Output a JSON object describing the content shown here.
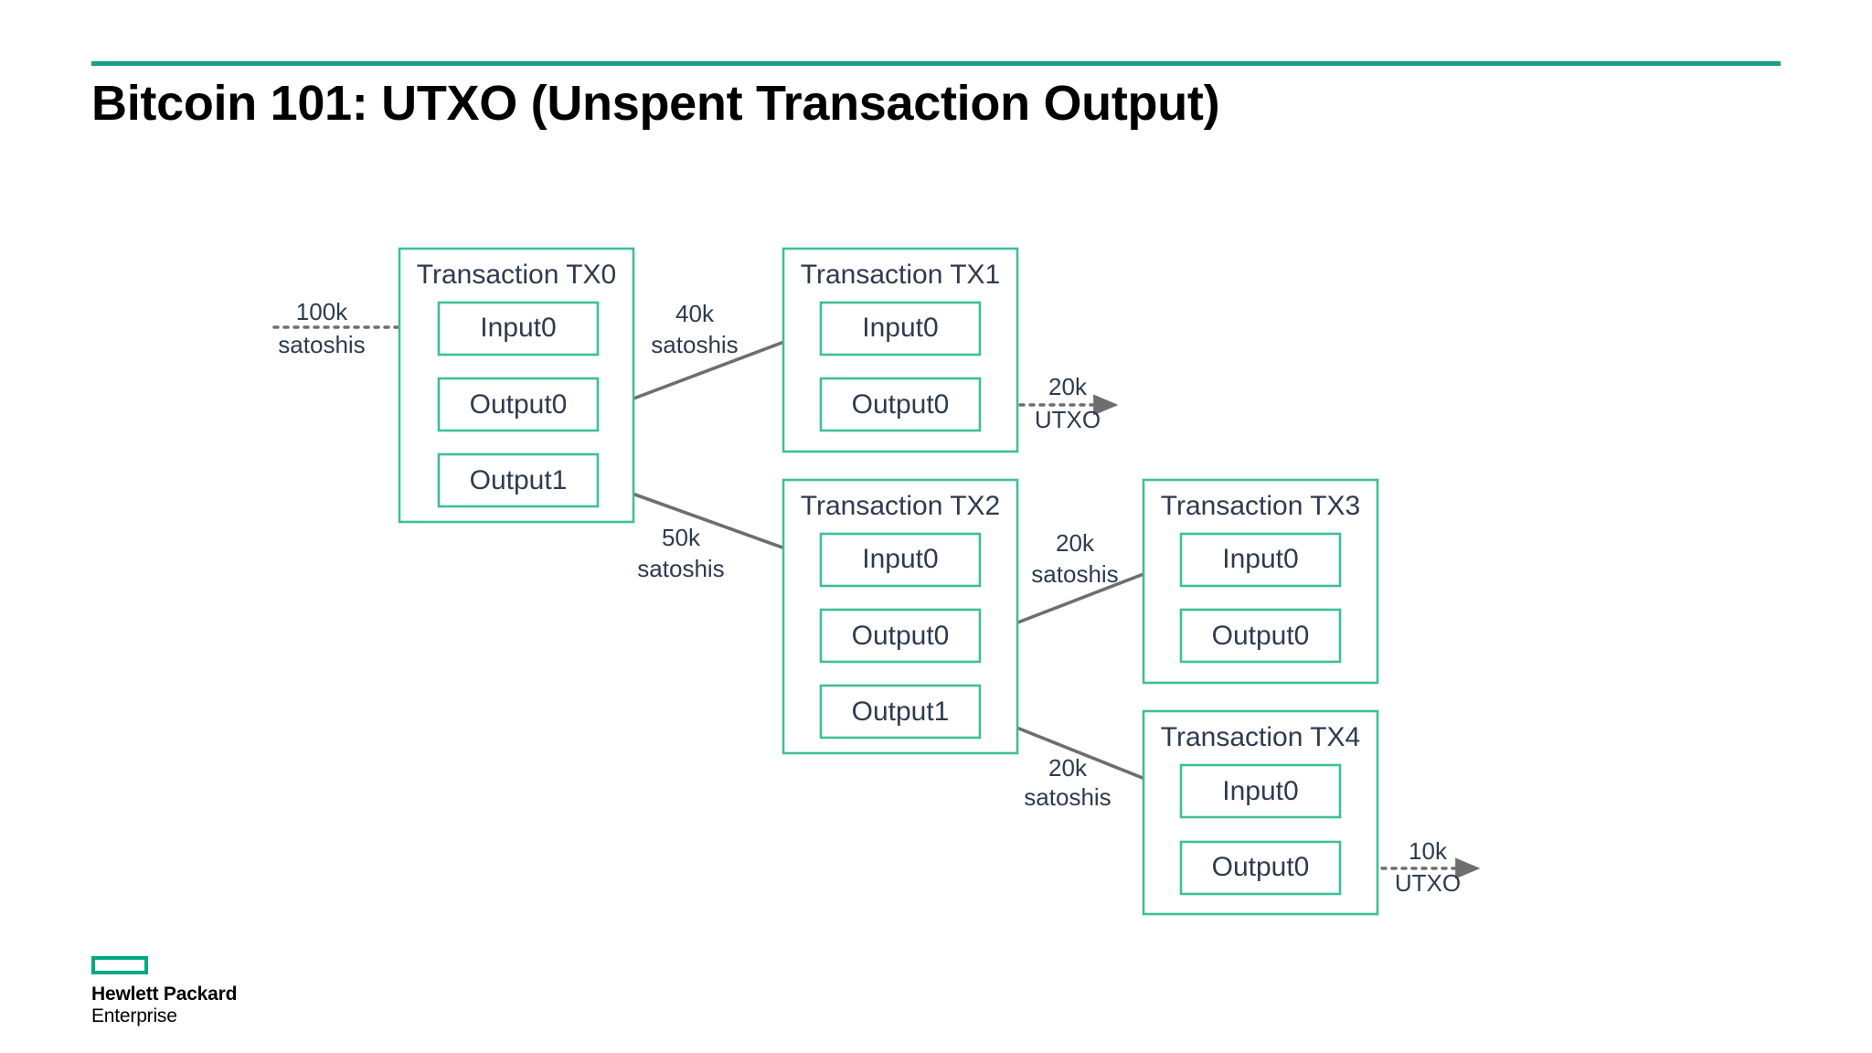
{
  "slide": {
    "title": "Bitcoin 101: UTXO (Unspent Transaction Output)",
    "accent_color": "#16A085",
    "box_border_color": "#3FBF96",
    "box_text_color": "#2E3B4E",
    "arrow_color": "#6E6E6E",
    "background": "#FFFFFF"
  },
  "logo": {
    "name": "hpe-logo",
    "line1": "Hewlett Packard",
    "line2": "Enterprise",
    "mark_color": "#01A982"
  },
  "diagram": {
    "type": "utxo-transaction-flow",
    "transactions": [
      {
        "id": "tx0",
        "title": "Transaction TX0",
        "slots": [
          {
            "id": "tx0-input0",
            "label": "Input0",
            "kind": "input"
          },
          {
            "id": "tx0-output0",
            "label": "Output0",
            "kind": "output"
          },
          {
            "id": "tx0-output1",
            "label": "Output1",
            "kind": "output"
          }
        ]
      },
      {
        "id": "tx1",
        "title": "Transaction TX1",
        "slots": [
          {
            "id": "tx1-input0",
            "label": "Input0",
            "kind": "input"
          },
          {
            "id": "tx1-output0",
            "label": "Output0",
            "kind": "output"
          }
        ]
      },
      {
        "id": "tx2",
        "title": "Transaction TX2",
        "slots": [
          {
            "id": "tx2-input0",
            "label": "Input0",
            "kind": "input"
          },
          {
            "id": "tx2-output0",
            "label": "Output0",
            "kind": "output"
          },
          {
            "id": "tx2-output1",
            "label": "Output1",
            "kind": "output"
          }
        ]
      },
      {
        "id": "tx3",
        "title": "Transaction TX3",
        "slots": [
          {
            "id": "tx3-input0",
            "label": "Input0",
            "kind": "input"
          },
          {
            "id": "tx3-output0",
            "label": "Output0",
            "kind": "output"
          }
        ]
      },
      {
        "id": "tx4",
        "title": "Transaction TX4",
        "slots": [
          {
            "id": "tx4-input0",
            "label": "Input0",
            "kind": "input"
          },
          {
            "id": "tx4-output0",
            "label": "Output0",
            "kind": "output"
          }
        ]
      }
    ],
    "flows": [
      {
        "id": "flow-in-tx0",
        "style": "dotted",
        "from": "external",
        "to": "tx0-input0",
        "amount": "100k",
        "unit": "satoshis"
      },
      {
        "id": "flow-tx0-out0-to-tx1",
        "style": "solid",
        "from": "tx0-output0",
        "to": "tx1-input0",
        "amount": "40k",
        "unit": "satoshis"
      },
      {
        "id": "flow-tx0-out1-to-tx2",
        "style": "solid",
        "from": "tx0-output1",
        "to": "tx2-input0",
        "amount": "50k",
        "unit": "satoshis"
      },
      {
        "id": "flow-tx1-out0-utxo",
        "style": "dotted",
        "from": "tx1-output0",
        "to": "external",
        "amount": "20k",
        "unit": "UTXO"
      },
      {
        "id": "flow-tx2-out0-to-tx3",
        "style": "solid",
        "from": "tx2-output0",
        "to": "tx3-input0",
        "amount": "20k",
        "unit": "satoshis"
      },
      {
        "id": "flow-tx2-out1-to-tx4",
        "style": "solid",
        "from": "tx2-output1",
        "to": "tx4-input0",
        "amount": "20k",
        "unit": "satoshis"
      },
      {
        "id": "flow-tx4-out0-utxo",
        "style": "dotted",
        "from": "tx4-output0",
        "to": "external",
        "amount": "10k",
        "unit": "UTXO"
      }
    ]
  }
}
